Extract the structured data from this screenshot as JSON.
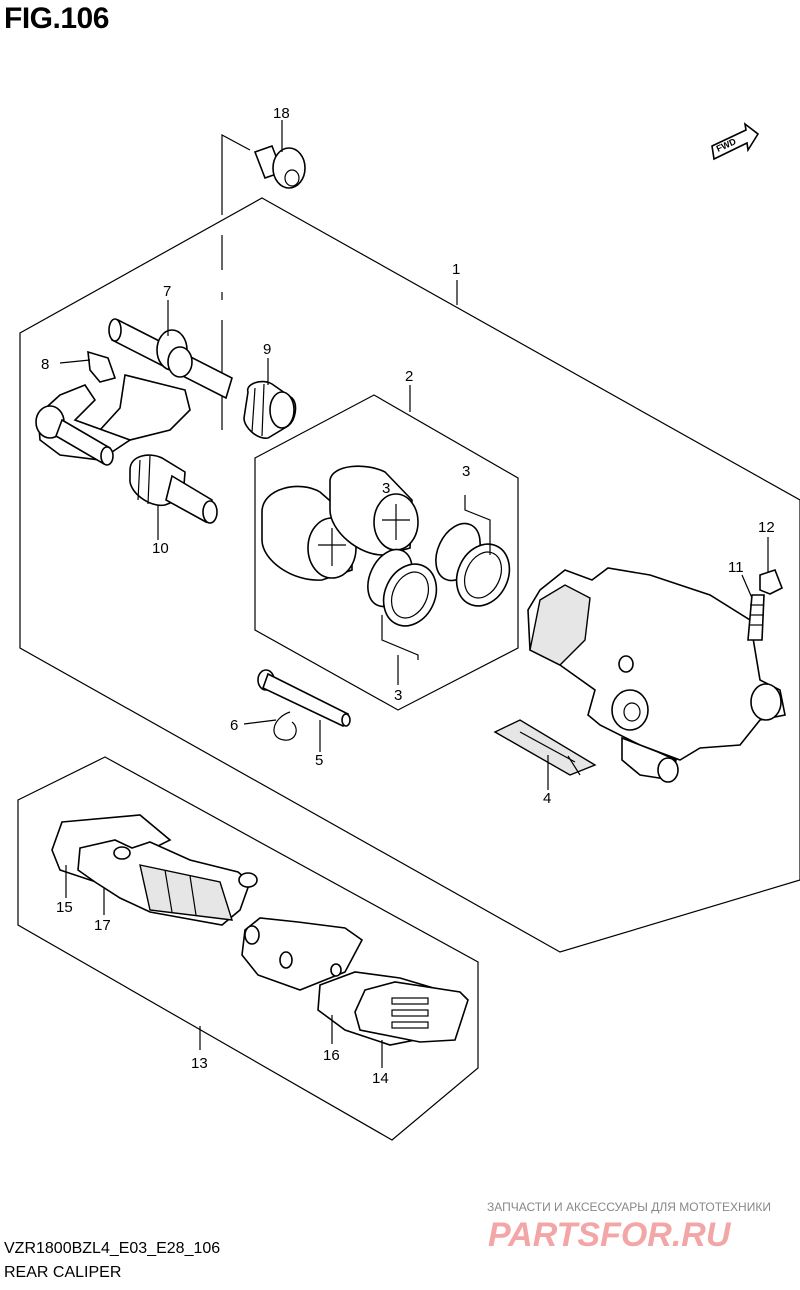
{
  "figure": {
    "title": "FIG.106",
    "fwd_label": "FWD",
    "model_code": "VZR1800BZL4_E03_E28_106",
    "caption": "REAR CALIPER"
  },
  "callouts": [
    "18",
    "1",
    "7",
    "8",
    "9",
    "2",
    "3",
    "3",
    "10",
    "12",
    "11",
    "6",
    "5",
    "3",
    "4",
    "15",
    "17",
    "13",
    "16",
    "14"
  ],
  "watermark": {
    "tagline": "ЗАПЧАСТИ И АКСЕССУАРЫ ДЛЯ МОТОТЕХНИКИ",
    "brand": "PARTSFOR.RU",
    "color": "#f3a6a6"
  },
  "colors": {
    "line": "#000000",
    "background": "#ffffff"
  }
}
